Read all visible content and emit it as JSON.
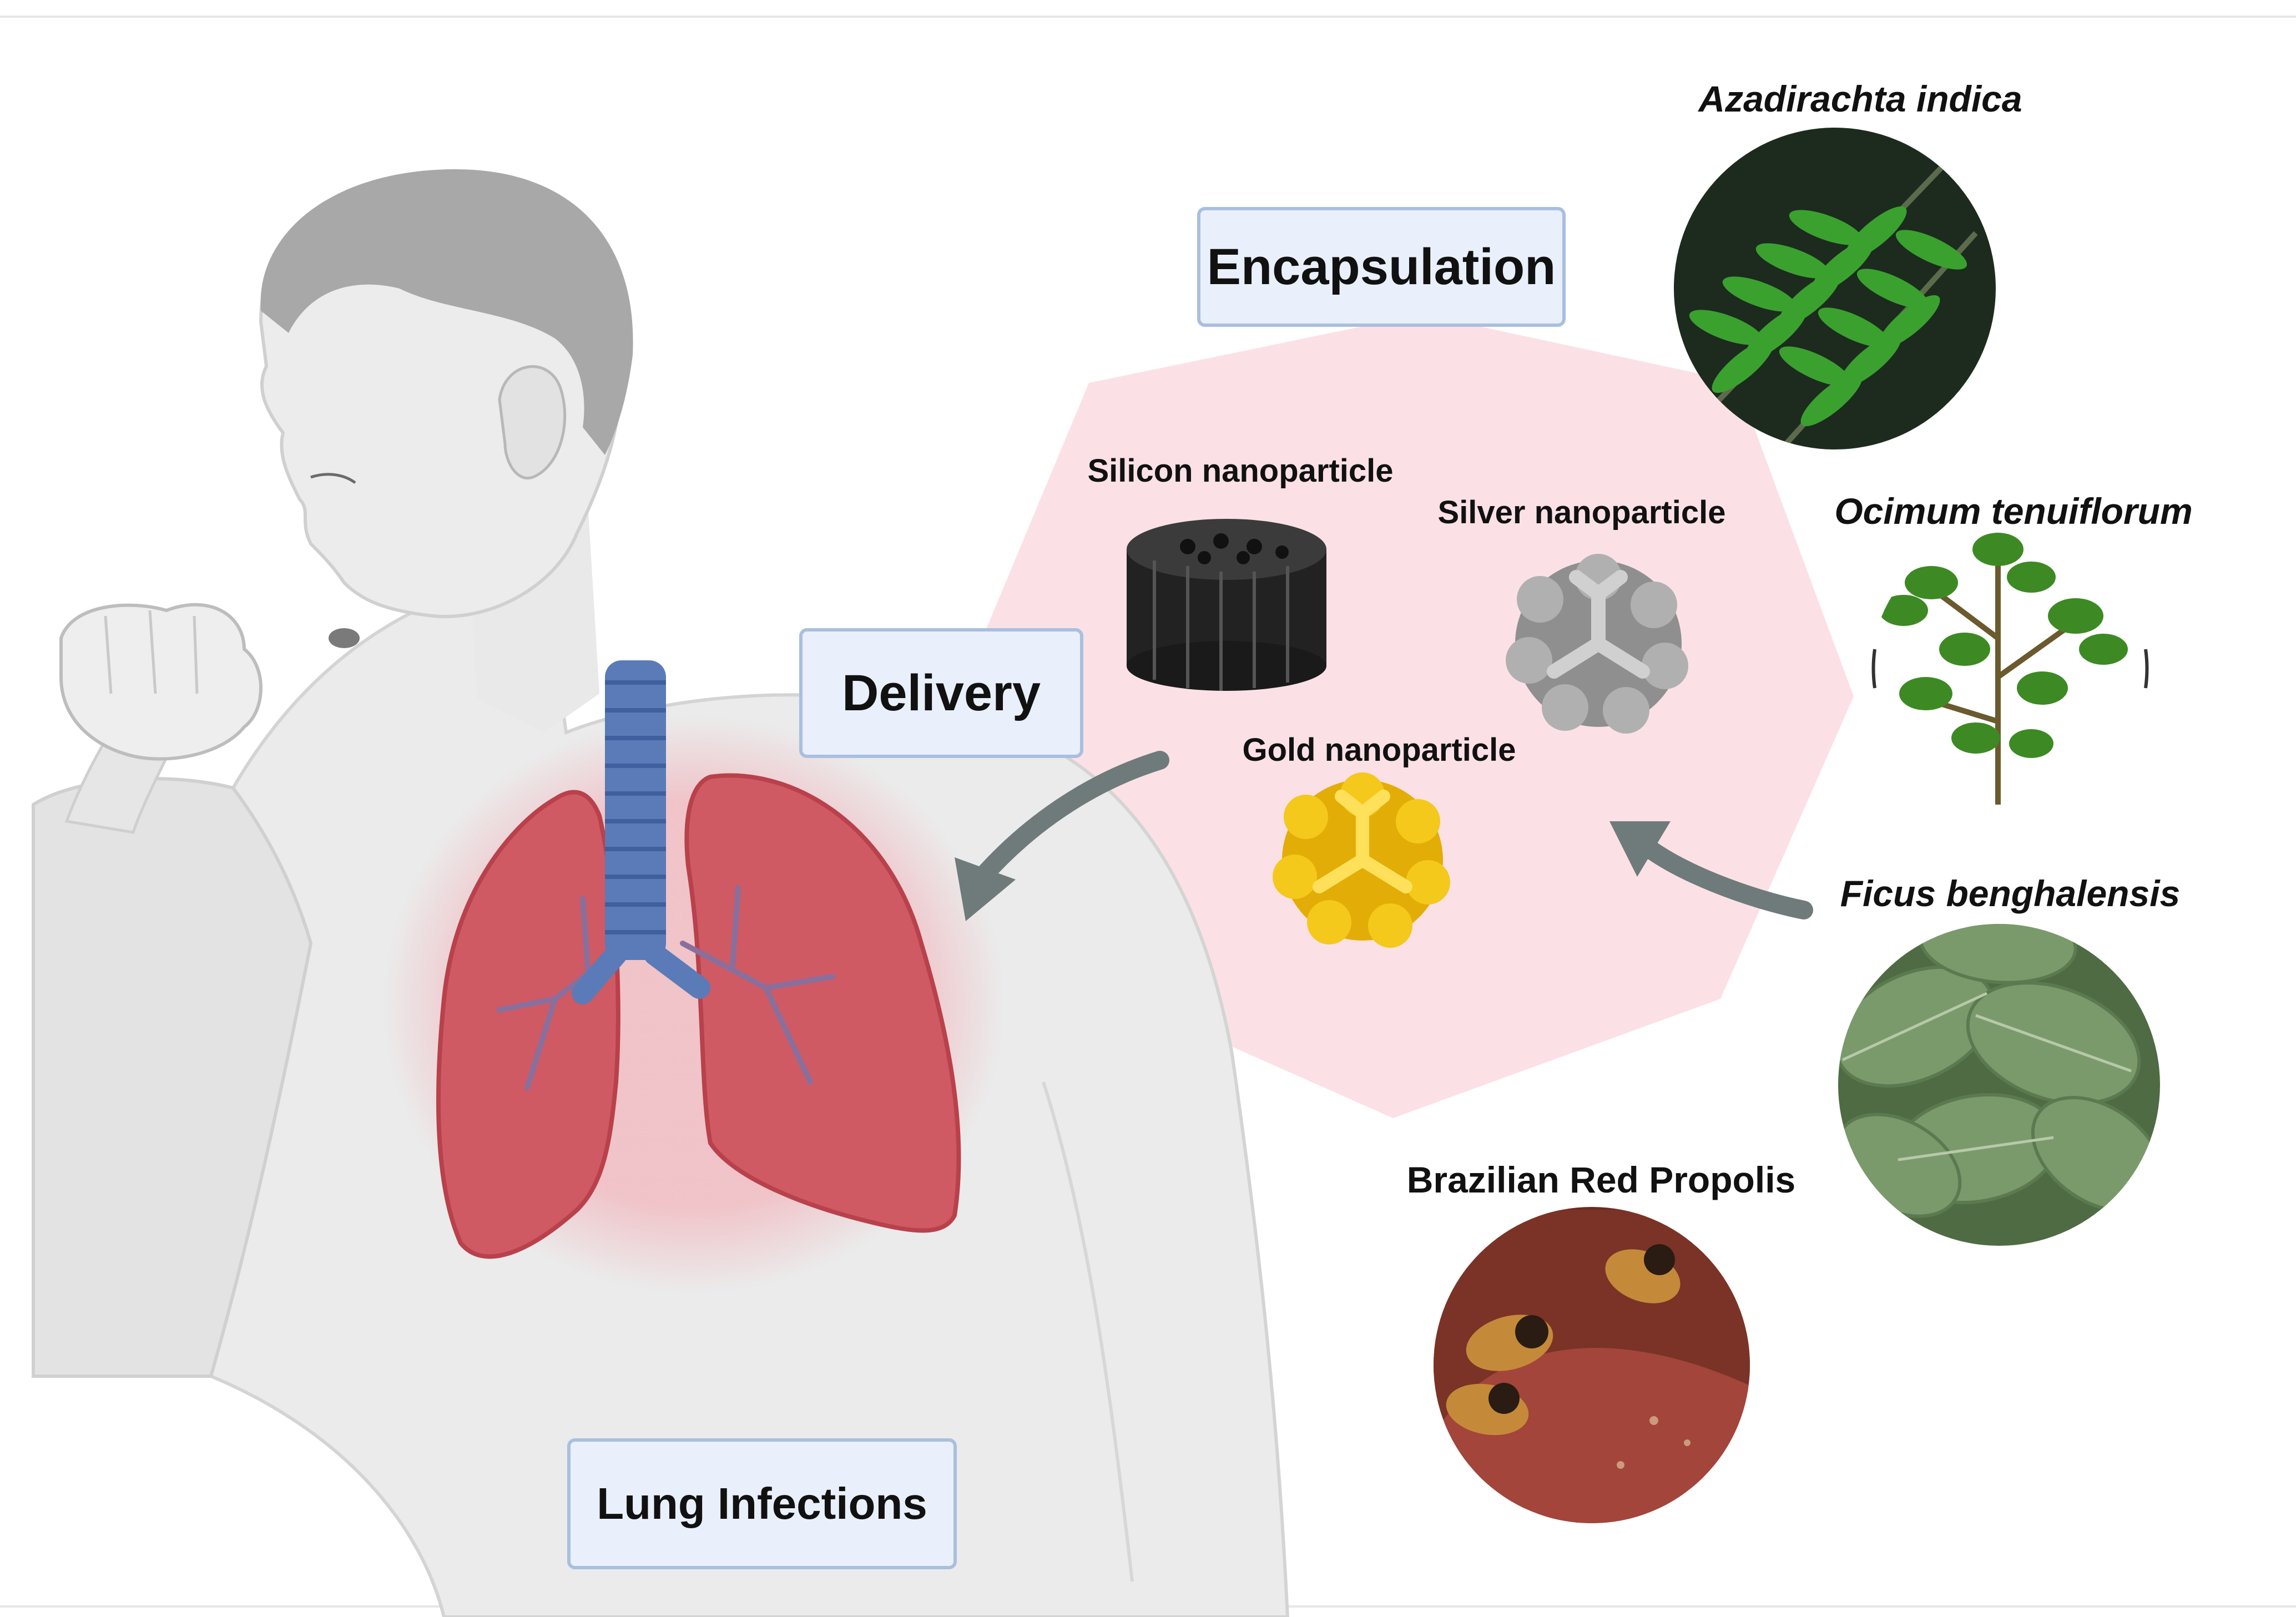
{
  "boxes": {
    "encapsulation": "Encapsulation",
    "delivery": "Delivery",
    "lung_infections": "Lung Infections"
  },
  "nanoparticles": {
    "silicon": "Silicon nanoparticle",
    "silver": "Silver nanoparticle",
    "gold": "Gold nanoparticle"
  },
  "sources": {
    "azadirachta": "Azadirachta indica",
    "ocimum": "Ocimum tenuiflorum",
    "ficus": "Ficus benghalensis",
    "propolis": "Brazilian Red Propolis"
  },
  "colors": {
    "polygon_fill": "#fbe1e6",
    "lung_red": "#c9505a",
    "trachea_blue": "#5a7bb8",
    "box_fill": "#e9f0fb",
    "box_border": "#a9bfdf",
    "arrow_gray": "#6f7b7b",
    "gold": "#f2c20f",
    "silver": "#9a9a9a",
    "silicon": "#2b2b2b"
  }
}
